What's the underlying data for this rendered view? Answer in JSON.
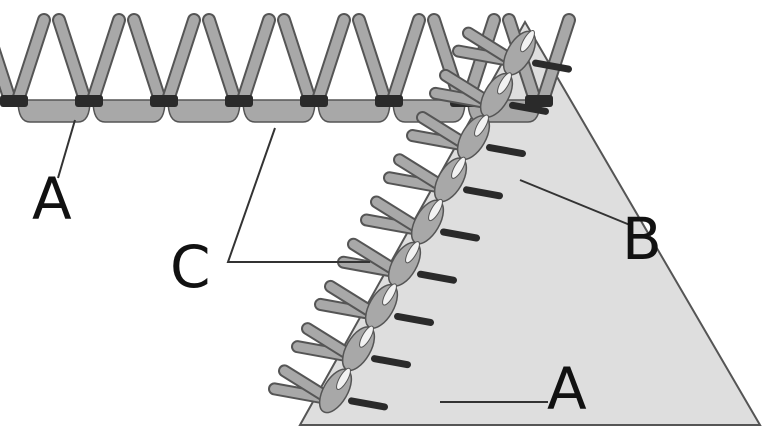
{
  "labels": {
    "a_top": "A",
    "c": "C",
    "b": "B",
    "a_bottom": "A"
  },
  "colors": {
    "yarn_fill": "#a8a8a8",
    "yarn_outline": "#555555",
    "dark_stitch": "#2a2a2a",
    "fabric_fill": "#dedede",
    "leader_line": "#333333",
    "highlight": "#f2f2f2"
  }
}
